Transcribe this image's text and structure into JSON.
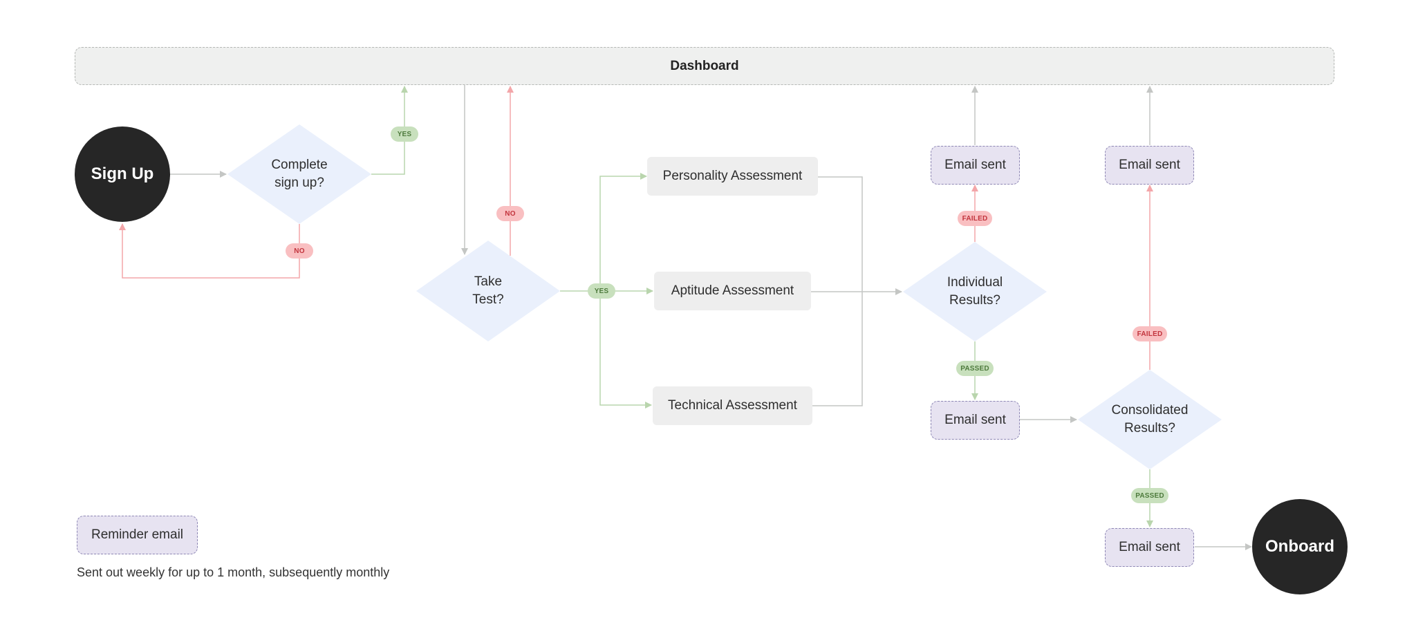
{
  "dashboard": {
    "label": "Dashboard"
  },
  "start": {
    "label": "Sign Up"
  },
  "end": {
    "label": "Onboard"
  },
  "decisions": {
    "complete_signup": "Complete\nsign up?",
    "take_test": "Take\nTest?",
    "individual_results": "Individual\nResults?",
    "consolidated_results": "Consolidated\nResults?"
  },
  "assessments": {
    "personality": "Personality Assessment",
    "aptitude": "Aptitude Assessment",
    "technical": "Technical Assessment"
  },
  "emails": {
    "individual_failed": "Email sent",
    "consolidated_failed": "Email sent",
    "individual_passed": "Email sent",
    "consolidated_passed": "Email sent"
  },
  "pills": {
    "signup_yes": "YES",
    "signup_no": "NO",
    "test_no": "NO",
    "test_yes": "YES",
    "individual_failed": "FAILED",
    "individual_passed": "PASSED",
    "consolidated_failed": "FAILED",
    "consolidated_passed": "PASSED"
  },
  "legend": {
    "label": "Reminder email",
    "note": "Sent out weekly for up to 1 month, subsequently monthly"
  },
  "colors": {
    "yes_line": "#b9d5ad",
    "no_line": "#f3a6a9",
    "neutral_line": "#c4c6c4",
    "diamond_fill": "#eaf0fc",
    "email_fill": "#e7e3f1"
  }
}
